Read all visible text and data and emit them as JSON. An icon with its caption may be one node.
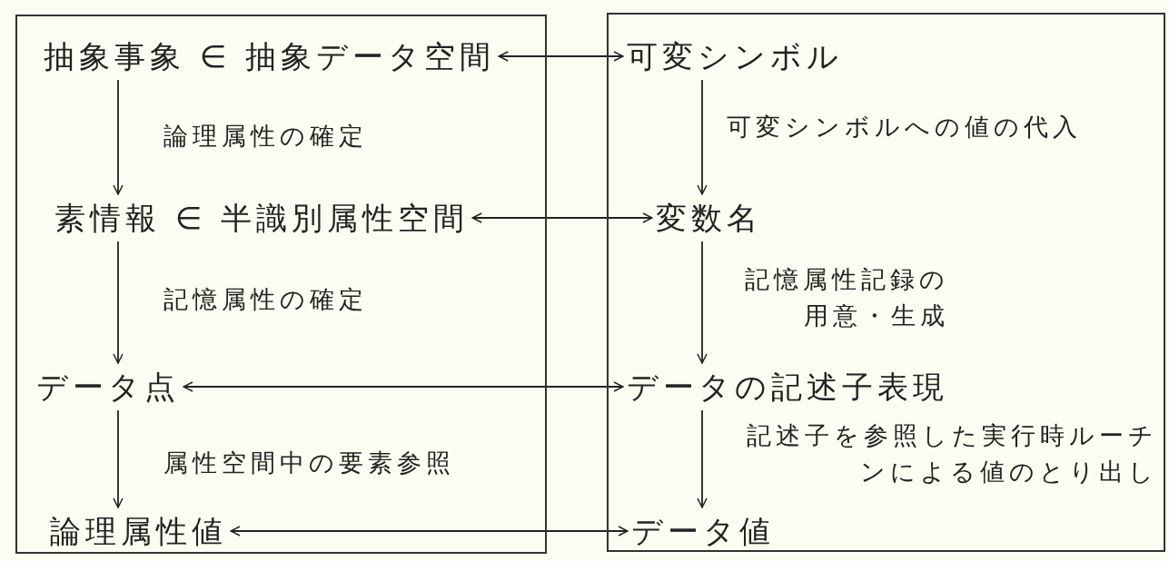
{
  "diagram": {
    "nodes": [
      {
        "text": [],
        "shape": "box"
      },
      {
        "text": [
          "抽象事象 ∈ 抽象データ空間"
        ],
        "in": 0
      },
      {
        "text": [
          "素情報 ∈ 半識別属性空間"
        ],
        "in": 0
      },
      {
        "text": [
          "データ点"
        ],
        "in": 0
      },
      {
        "text": [
          "論理属性値"
        ],
        "in": 0
      },
      {
        "text": [],
        "shape": "box"
      },
      {
        "text": [
          "可変シンボル"
        ],
        "in": 5
      },
      {
        "text": [
          "変数名"
        ],
        "in": 5
      },
      {
        "text": [
          "データの記述子表現"
        ],
        "in": 5
      },
      {
        "text": [
          "データ値"
        ],
        "in": 5
      }
    ],
    "edges": [
      {
        "from": 1,
        "to": 2,
        "arrow": "to",
        "label": "論理属性の確定"
      },
      {
        "from": 2,
        "to": 3,
        "arrow": "to",
        "label": "記憶属性の確定"
      },
      {
        "from": 3,
        "to": 4,
        "arrow": "to",
        "label": "属性空間中の要素参照"
      },
      {
        "from": 6,
        "to": 7,
        "arrow": "to",
        "label": "可変シンボルへの値の代入"
      },
      {
        "from": 7,
        "to": 8,
        "arrow": "to",
        "label": "記憶属性記録の用意・生成"
      },
      {
        "from": 8,
        "to": 9,
        "arrow": "to",
        "label": "記述子を参照した実行時ルーチンによる値のとり出し"
      },
      {
        "from": 1,
        "to": 6,
        "arrow": "both"
      },
      {
        "from": 2,
        "to": 7,
        "arrow": "both"
      },
      {
        "from": 3,
        "to": 8,
        "arrow": "both"
      },
      {
        "from": 4,
        "to": 9,
        "arrow": "both"
      }
    ]
  }
}
